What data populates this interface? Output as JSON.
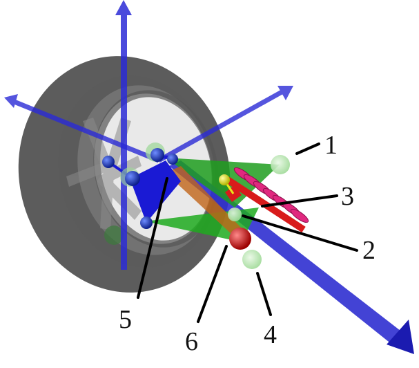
{
  "callouts": [
    {
      "id": "1",
      "label": "1"
    },
    {
      "id": "2",
      "label": "2"
    },
    {
      "id": "3",
      "label": "3"
    },
    {
      "id": "4",
      "label": "4"
    },
    {
      "id": "5",
      "label": "5"
    },
    {
      "id": "6",
      "label": "6"
    }
  ],
  "colors": {
    "tire": "#3a3a3a",
    "axes": "#2b2bd6",
    "arms": "#1faa1f",
    "spring": "#e0287f",
    "damper": "#d81b1b",
    "hardpoint": "#1a3ec9",
    "highlight": "#a8e6a0",
    "balljoint": "#e31414",
    "node_yellow": "#e8e81a"
  }
}
